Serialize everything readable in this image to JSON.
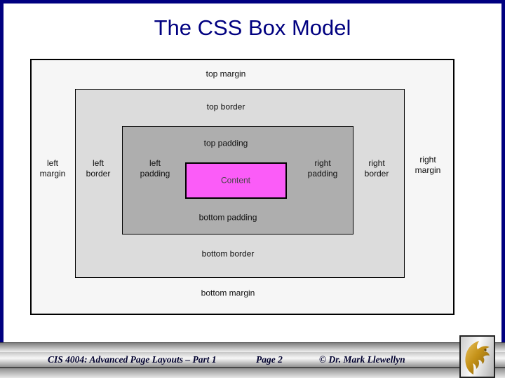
{
  "slide": {
    "title": "The CSS Box Model"
  },
  "diagram": {
    "labels": {
      "top_margin": "top margin",
      "top_border": "top border",
      "top_padding": "top padding",
      "left_margin": "left margin",
      "left_border": "left border",
      "left_padding": "left padding",
      "content": "Content",
      "right_padding": "right padding",
      "right_border": "right border",
      "right_margin": "right margin",
      "bottom_padding": "bottom padding",
      "bottom_border": "bottom border",
      "bottom_margin": "bottom margin"
    },
    "colors": {
      "margin_fill": "#f6f6f6",
      "border_fill": "#dcdcdc",
      "padding_fill": "#aeaeae",
      "content_fill": "#fb5cf8"
    }
  },
  "footer": {
    "course": "CIS 4004: Advanced Page Layouts – Part 1",
    "page": "Page 2",
    "copyright": "© Dr. Mark Llewellyn"
  },
  "theme": {
    "accent_navy": "#000080",
    "logo_gold": "#c49118",
    "logo_name": "ucf-pegasus-logo"
  }
}
